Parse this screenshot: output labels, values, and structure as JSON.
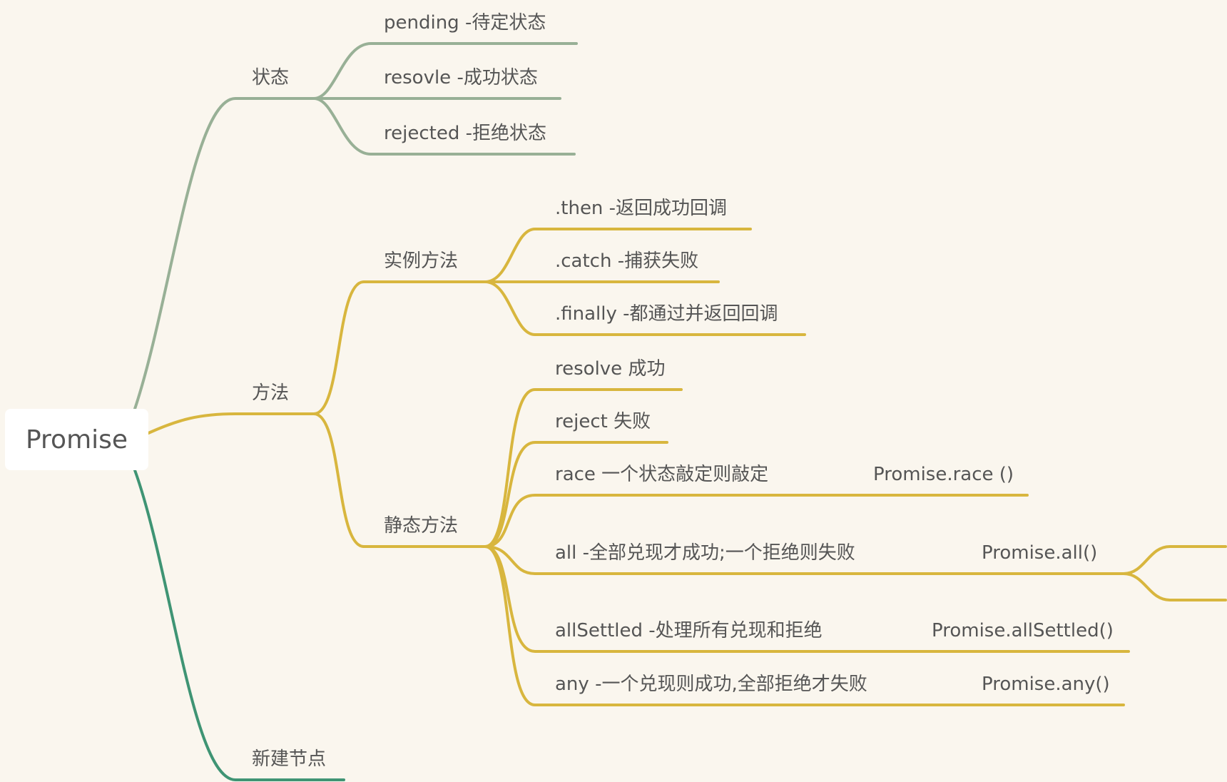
{
  "colors": {
    "status_branch": "#98b096",
    "method_branch": "#d8b63e",
    "new_node_branch": "#3f9474",
    "text": "#555555"
  },
  "root": {
    "label": "Promise"
  },
  "status": {
    "label": "状态",
    "items": [
      {
        "main": "pending  -待定状态"
      },
      {
        "main": "resovle  -成功状态"
      },
      {
        "main": "rejected   -拒绝状态"
      }
    ]
  },
  "methods": {
    "label": "方法",
    "instance": {
      "label": "实例方法",
      "items": [
        {
          "main": ".then  -返回成功回调"
        },
        {
          "main": ".catch  -捕获失败"
        },
        {
          "main": ".finally  -都通过并返回回调"
        }
      ]
    },
    "static": {
      "label": "静态方法",
      "items": [
        {
          "main": "resolve 成功",
          "extra": ""
        },
        {
          "main": "reject 失败",
          "extra": ""
        },
        {
          "main": "race 一个状态敲定则敲定",
          "extra": "Promise.race ()"
        },
        {
          "main": "all   -全部兑现才成功;一个拒绝则失败",
          "extra": "Promise.all()"
        },
        {
          "main": "allSettled  -处理所有兑现和拒绝",
          "extra": "Promise.allSettled()"
        },
        {
          "main": "any  -一个兑现则成功,全部拒绝才失败",
          "extra": "Promise.any()"
        }
      ]
    }
  },
  "new_node": {
    "label": "新建节点"
  }
}
